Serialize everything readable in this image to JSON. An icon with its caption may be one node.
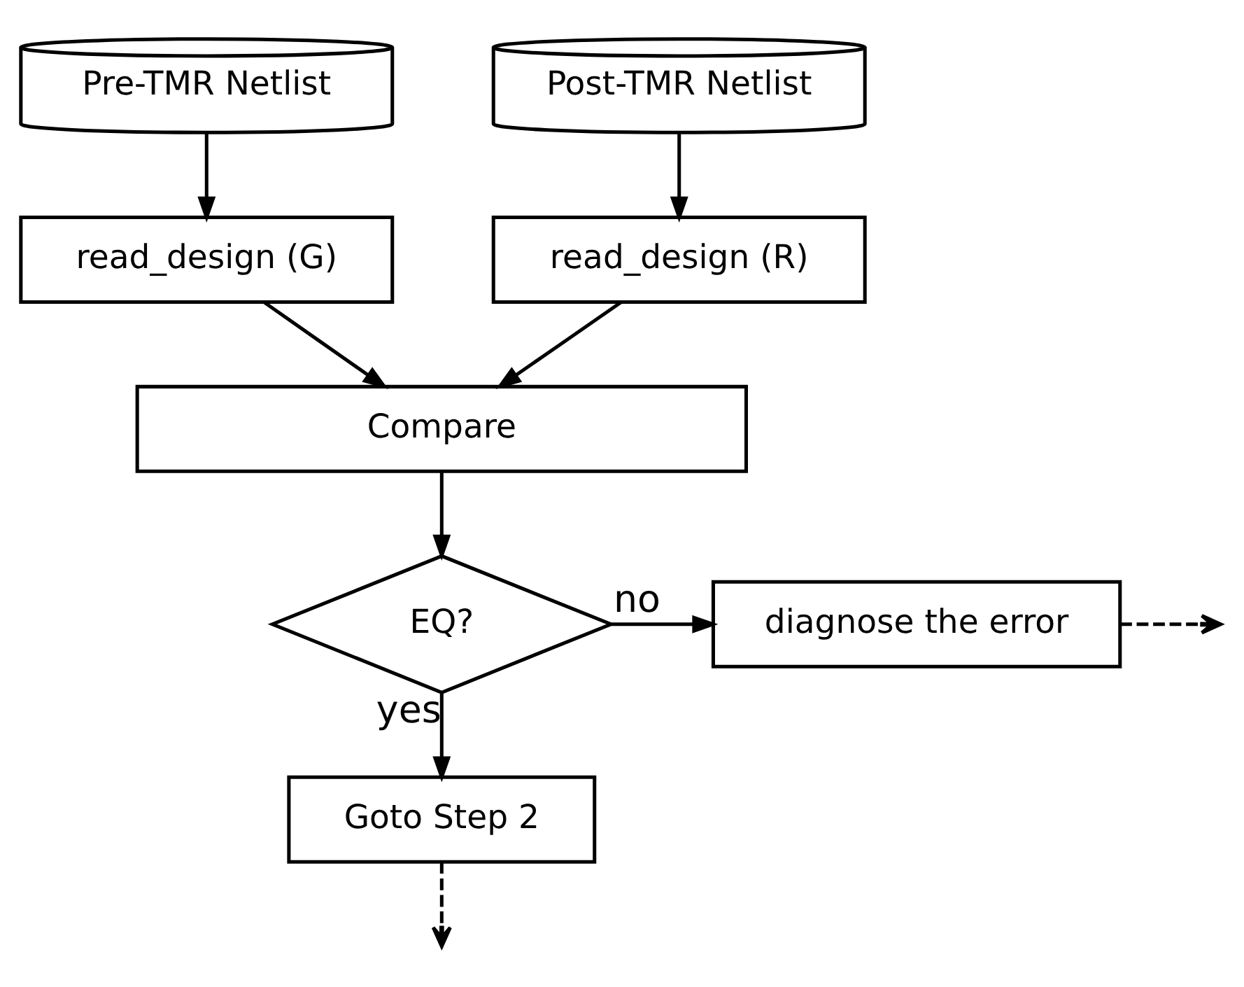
{
  "diagram": {
    "nodes": [
      {
        "text": [
          "Pre-TMR Netlist"
        ]
      },
      {
        "text": [
          "Post-TMR Netlist"
        ]
      },
      {
        "text": [
          "read_design (G)"
        ]
      },
      {
        "text": [
          "read_design (R)"
        ]
      },
      {
        "text": [
          "Compare"
        ]
      },
      {
        "text": [
          "EQ?"
        ]
      },
      {
        "text": [
          "diagnose the error"
        ]
      },
      {
        "text": [
          "Goto Step 2"
        ]
      }
    ],
    "edges": [
      {
        "from": 0,
        "to": 2,
        "arrow": "to"
      },
      {
        "from": 1,
        "to": 3,
        "arrow": "to"
      },
      {
        "from": 2,
        "to": 4,
        "arrow": "to"
      },
      {
        "from": 3,
        "to": 4,
        "arrow": "to"
      },
      {
        "from": 4,
        "to": 5,
        "arrow": "to"
      },
      {
        "from": 5,
        "to": 6,
        "label": "no",
        "arrow": "to"
      },
      {
        "from": 5,
        "to": 7,
        "label": "yes",
        "arrow": "to"
      },
      {
        "from": 6,
        "to": null,
        "arrow": "to",
        "style": "dashed"
      },
      {
        "from": 7,
        "to": null,
        "arrow": "to",
        "style": "dashed"
      }
    ]
  }
}
